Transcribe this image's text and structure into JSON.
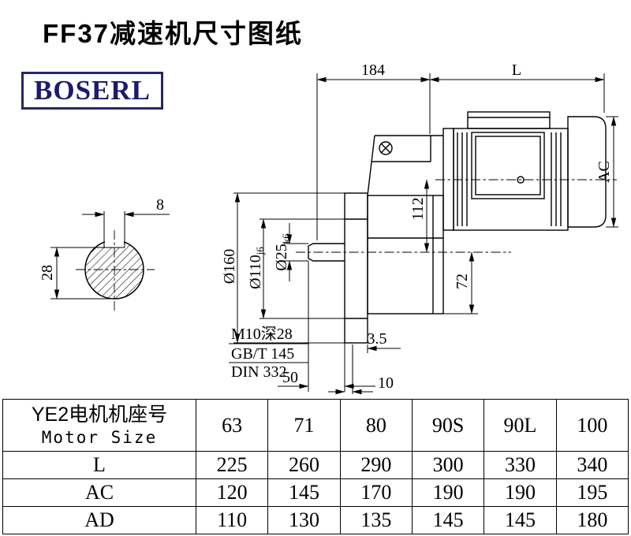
{
  "page": {
    "title": "FF37减速机尺寸图纸",
    "logo": "BOSERL"
  },
  "colors": {
    "logo_text": "#1b1b6e",
    "line": "#000000"
  },
  "drawing": {
    "dim_184": "184",
    "dim_L": "L",
    "dim_AC": "AC",
    "dim_112": "112",
    "dim_72": "72",
    "dim_d160": "Ø160",
    "dim_d110": "Ø110",
    "dim_d110_tol": "j6",
    "dim_d25": "Ø25",
    "dim_d25_tol": "k6",
    "dim_8": "8",
    "dim_28": "28",
    "note_m10": "M10深28",
    "note_gbt": "GB/T 145",
    "note_din": "DIN 332",
    "dim_35": "3.5",
    "dim_50": "50",
    "dim_10": "10"
  },
  "table": {
    "header": {
      "cn": "YE2电机机座号",
      "en": "Motor Size"
    },
    "sizes": [
      "63",
      "71",
      "80",
      "90S",
      "90L",
      "100"
    ],
    "rows": [
      {
        "label": "L",
        "values": [
          "225",
          "260",
          "290",
          "300",
          "330",
          "340"
        ]
      },
      {
        "label": "AC",
        "values": [
          "120",
          "145",
          "170",
          "190",
          "190",
          "195"
        ]
      },
      {
        "label": "AD",
        "values": [
          "110",
          "130",
          "135",
          "145",
          "145",
          "180"
        ]
      }
    ]
  }
}
